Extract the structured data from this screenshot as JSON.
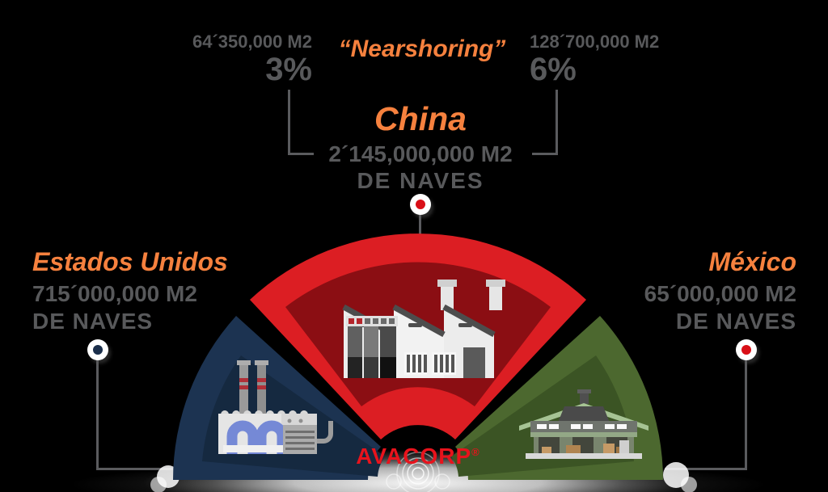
{
  "title": {
    "text": "“Nearshoring”"
  },
  "stats": {
    "left": {
      "area": "64´350,000 M2",
      "percent": "3%"
    },
    "right": {
      "area": "128´700,000 M2",
      "percent": "6%"
    }
  },
  "countries": {
    "china": {
      "name": "China",
      "area": "2´145,000,000 M2",
      "unit": "DE NAVES"
    },
    "usa": {
      "name": "Estados Unidos",
      "area": "715´000,000 M2",
      "unit": "DE NAVES"
    },
    "mexico": {
      "name": "México",
      "area": "65´000,000 M2",
      "unit": "DE NAVES"
    }
  },
  "brand": {
    "name": "AVACORP",
    "mark": "®"
  },
  "colors": {
    "orange": "#f6813e",
    "text_gray": "#58595b",
    "china_red": "#dc1e23",
    "china_red_dark": "#8b0e13",
    "usa_navy": "#1c3351",
    "usa_navy_dark": "#152940",
    "mexico_green": "#4c682f",
    "mexico_green_dark": "#3b5424",
    "brand_red": "#e8131c",
    "marker_red": "#d90f17",
    "marker_navy": "#1b2f4b"
  },
  "chart_data": {
    "type": "pie",
    "subtype": "semicircular-gauge-three-wedges",
    "title": "“Nearshoring”",
    "categories": [
      "Estados Unidos",
      "China",
      "México"
    ],
    "values": [
      715000000,
      2145000000,
      65000000
    ],
    "unit": "M2 DE NAVES",
    "labels": [
      "715´000,000 M2 DE NAVES",
      "2´145,000,000 M2 DE NAVES",
      "65´000,000 M2 DE NAVES"
    ],
    "annotations": [
      {
        "label": "3%",
        "value": 64350000,
        "text": "64´350,000 M2"
      },
      {
        "label": "6%",
        "value": 128700000,
        "text": "128´700,000 M2"
      }
    ],
    "colors": [
      "#1c3351",
      "#dc1e23",
      "#4c682f"
    ],
    "legend_position": "around-wedges",
    "grid": false
  }
}
